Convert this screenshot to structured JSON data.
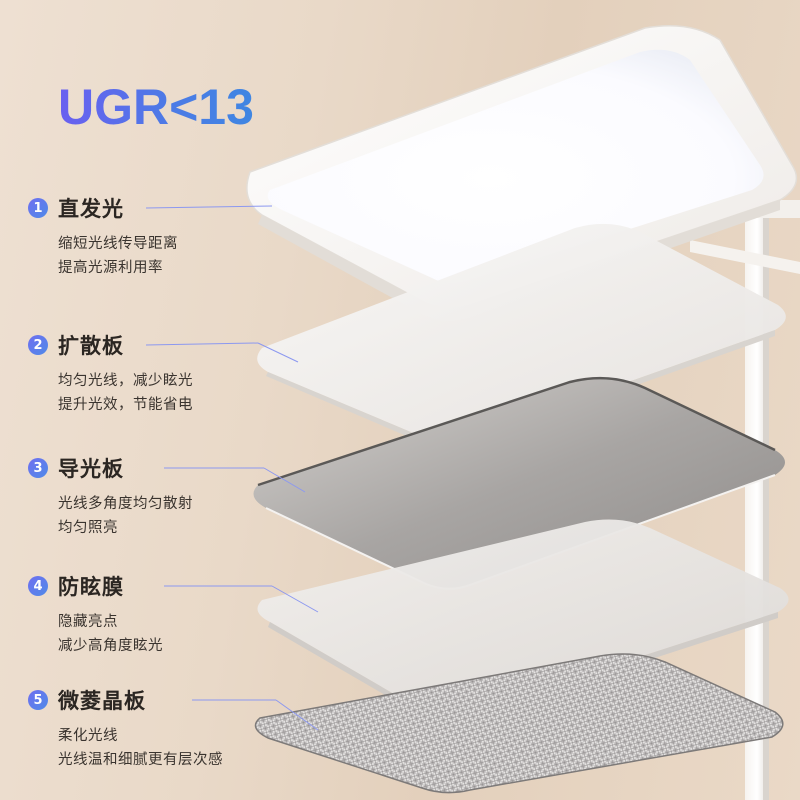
{
  "headline": "UGR<13",
  "layers": [
    {
      "number": "1",
      "name": "直发光",
      "lines": [
        "缩短光线传导距离",
        "提高光源利用率"
      ]
    },
    {
      "number": "2",
      "name": "扩散板",
      "lines": [
        "均匀光线，减少眩光",
        "提升光效，节能省电"
      ]
    },
    {
      "number": "3",
      "name": "导光板",
      "lines": [
        "光线多角度均匀散射",
        "均匀照亮"
      ]
    },
    {
      "number": "4",
      "name": "防眩膜",
      "lines": [
        "隐藏亮点",
        "减少高角度眩光"
      ]
    },
    {
      "number": "5",
      "name": "微菱晶板",
      "lines": [
        "柔化光线",
        "光线温和细腻更有层次感"
      ]
    }
  ],
  "colors": {
    "accent": "#5a6ae8",
    "text": "#2b2622",
    "background": "#e8d7c5"
  }
}
